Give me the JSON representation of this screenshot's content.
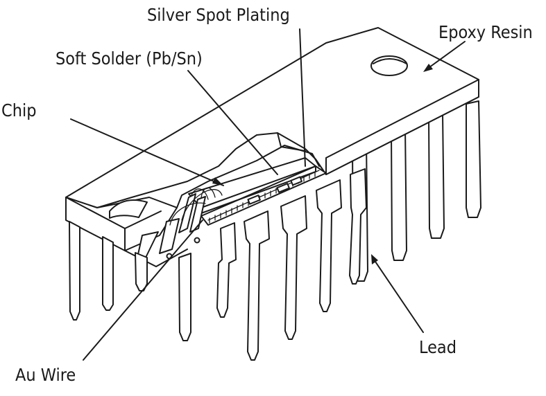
{
  "labels": {
    "silver_spot_plating": "Silver Spot Plating",
    "soft_solder": "Soft Solder (Pb/Sn)",
    "chip": "Chip",
    "epoxy_resin": "Epoxy Resin",
    "lead": "Lead",
    "au_wire": "Au Wire"
  }
}
